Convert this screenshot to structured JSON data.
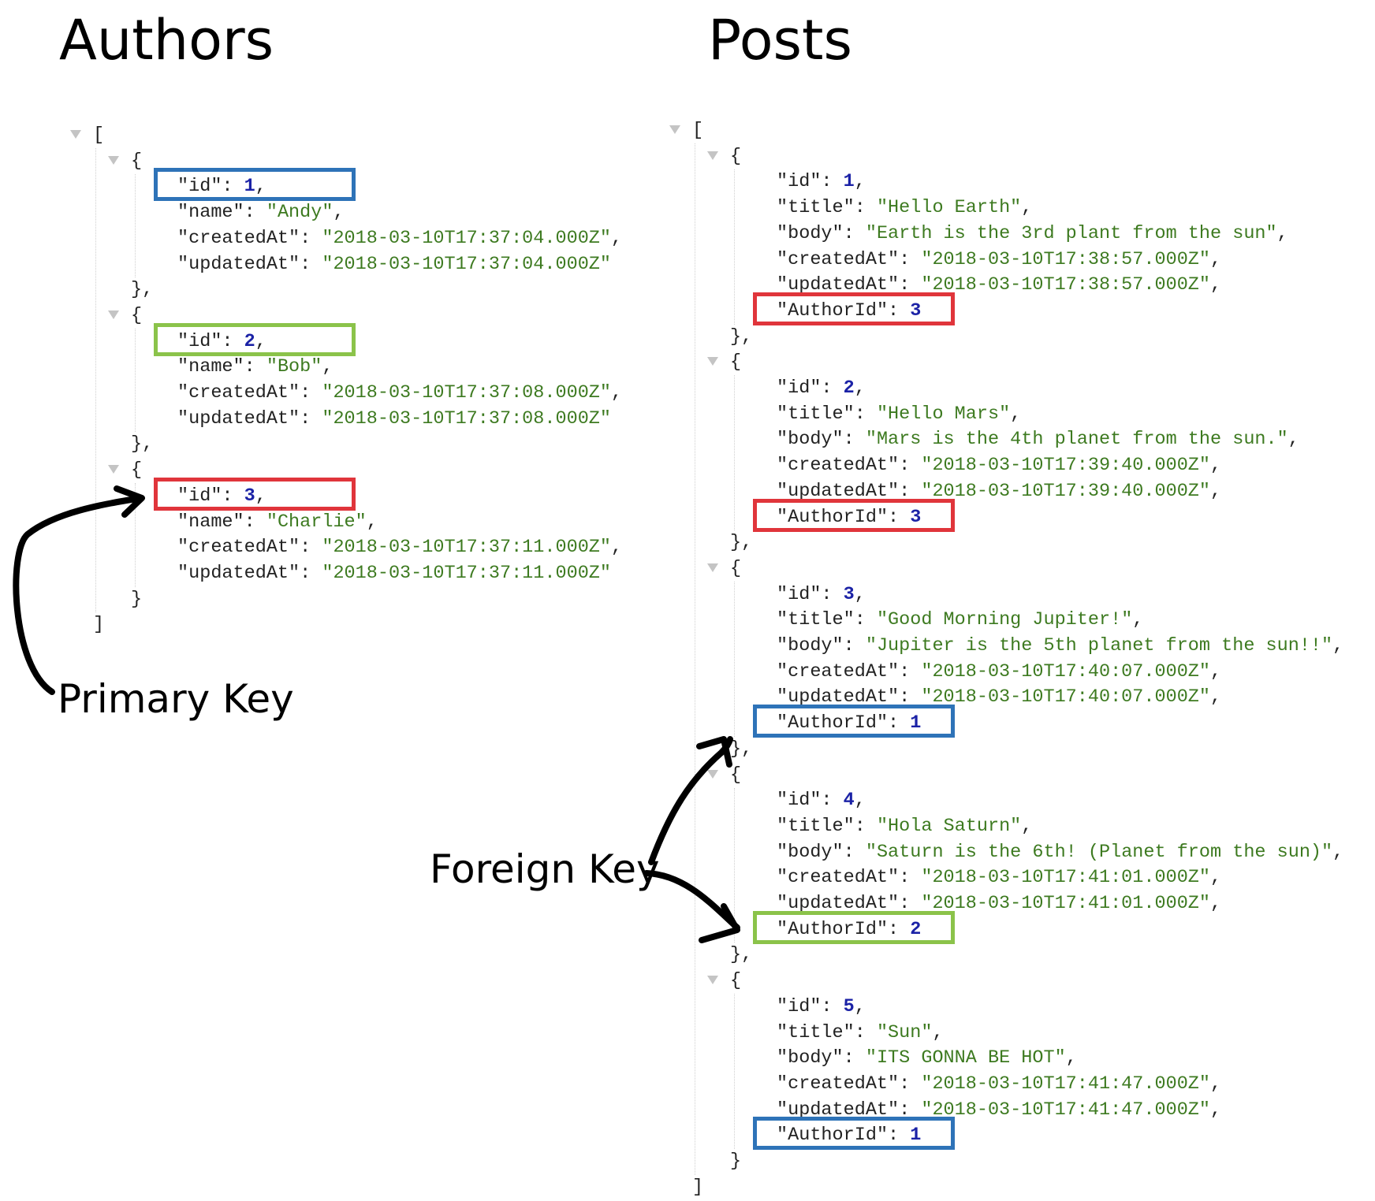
{
  "headings": {
    "authors": "Authors",
    "posts": "Posts"
  },
  "annotations": {
    "primary_key": "Primary Key",
    "foreign_key": "Foreign Key"
  },
  "colors": {
    "blue": "#2e73b8",
    "green": "#8bc34a",
    "red": "#e0353b",
    "string": "#3d7a20",
    "number": "#1b22a6",
    "punct": "#222222"
  },
  "authors": [
    {
      "id": 1,
      "name": "Andy",
      "createdAt": "2018-03-10T17:37:04.000Z",
      "updatedAt": "2018-03-10T17:37:04.000Z",
      "highlight": "blue"
    },
    {
      "id": 2,
      "name": "Bob",
      "createdAt": "2018-03-10T17:37:08.000Z",
      "updatedAt": "2018-03-10T17:37:08.000Z",
      "highlight": "green"
    },
    {
      "id": 3,
      "name": "Charlie",
      "createdAt": "2018-03-10T17:37:11.000Z",
      "updatedAt": "2018-03-10T17:37:11.000Z",
      "highlight": "red"
    }
  ],
  "posts": [
    {
      "id": 1,
      "title": "Hello Earth",
      "body": "Earth is the 3rd plant from the sun",
      "createdAt": "2018-03-10T17:38:57.000Z",
      "updatedAt": "2018-03-10T17:38:57.000Z",
      "AuthorId": 3,
      "highlight": "red"
    },
    {
      "id": 2,
      "title": "Hello Mars",
      "body": "Mars is the 4th planet from the sun.",
      "createdAt": "2018-03-10T17:39:40.000Z",
      "updatedAt": "2018-03-10T17:39:40.000Z",
      "AuthorId": 3,
      "highlight": "red"
    },
    {
      "id": 3,
      "title": "Good Morning Jupiter!",
      "body": "Jupiter is the 5th planet from the sun!!",
      "createdAt": "2018-03-10T17:40:07.000Z",
      "updatedAt": "2018-03-10T17:40:07.000Z",
      "AuthorId": 1,
      "highlight": "blue"
    },
    {
      "id": 4,
      "title": "Hola Saturn",
      "body": "Saturn is the 6th! (Planet from the sun)",
      "createdAt": "2018-03-10T17:41:01.000Z",
      "updatedAt": "2018-03-10T17:41:01.000Z",
      "AuthorId": 2,
      "highlight": "green"
    },
    {
      "id": 5,
      "title": "Sun",
      "body": "ITS GONNA BE HOT",
      "createdAt": "2018-03-10T17:41:47.000Z",
      "updatedAt": "2018-03-10T17:41:47.000Z",
      "AuthorId": 1,
      "highlight": "blue"
    }
  ]
}
